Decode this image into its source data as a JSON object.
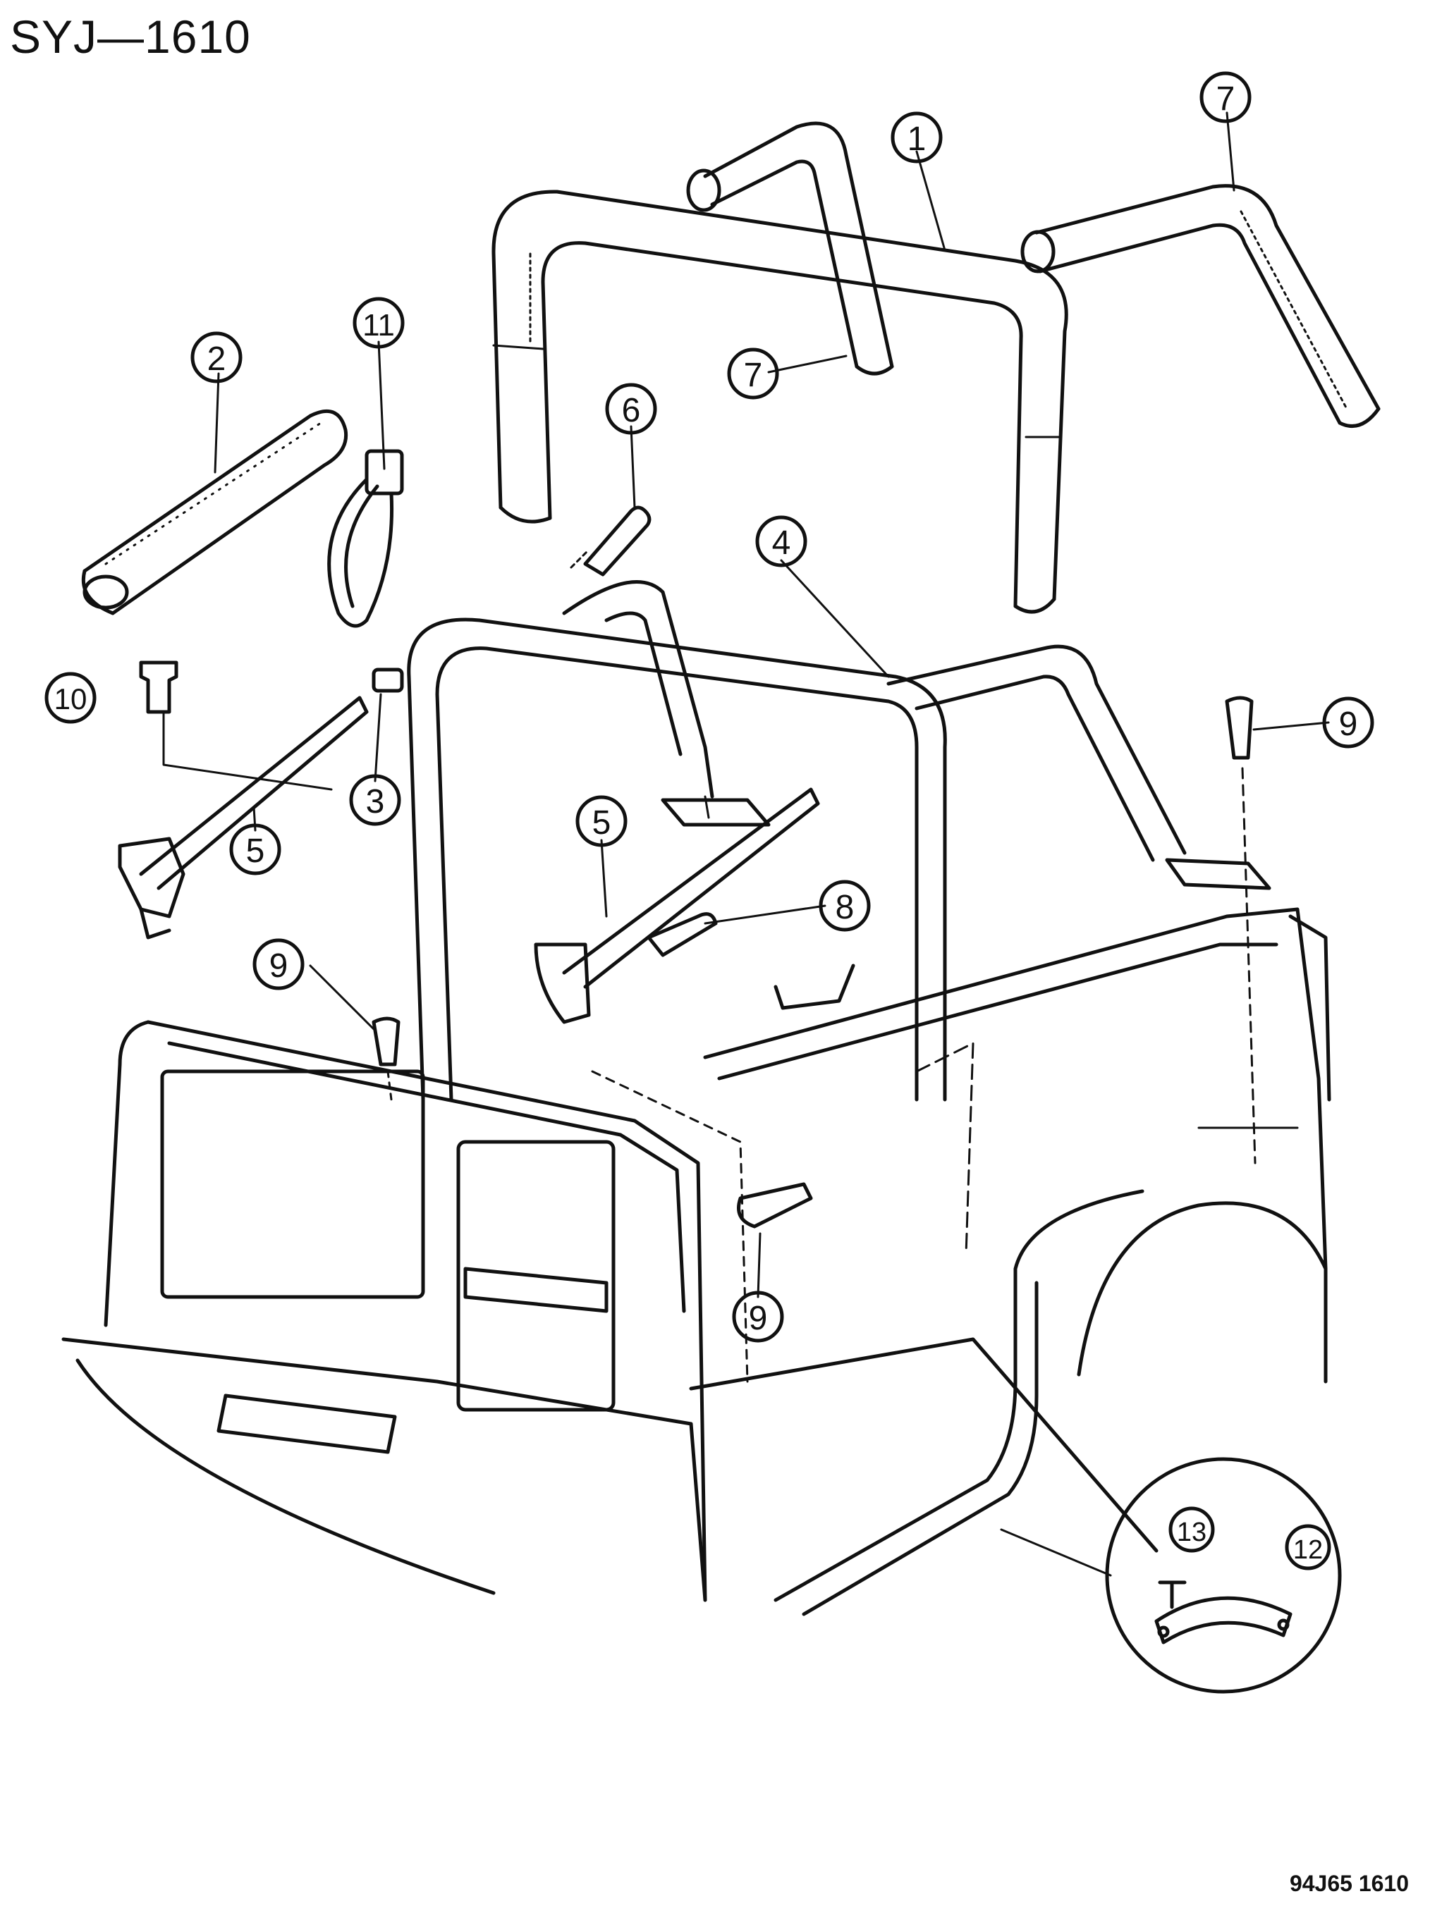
{
  "diagram_title": "SYJ—1610",
  "drawing_code": "94J65  1610",
  "callouts": [
    "1",
    "2",
    "3",
    "4",
    "5",
    "6",
    "7",
    "8",
    "9",
    "10",
    "11",
    "12",
    "13"
  ]
}
